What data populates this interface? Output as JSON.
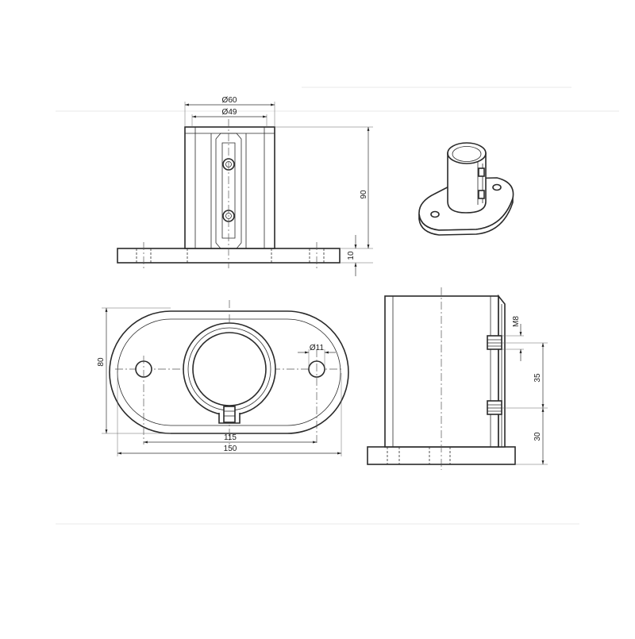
{
  "dimensions": {
    "outer_diameter": "Ø60",
    "inner_diameter": "Ø49",
    "height": "90",
    "base_thickness": "10",
    "width": "80",
    "hole_diameter": "Ø11",
    "hole_spacing": "115",
    "length": "150",
    "thread": "M8",
    "screw_spacing": "35",
    "screw_offset": "30"
  },
  "colors": {
    "line": "#2a2a2a",
    "background": "#ffffff"
  }
}
